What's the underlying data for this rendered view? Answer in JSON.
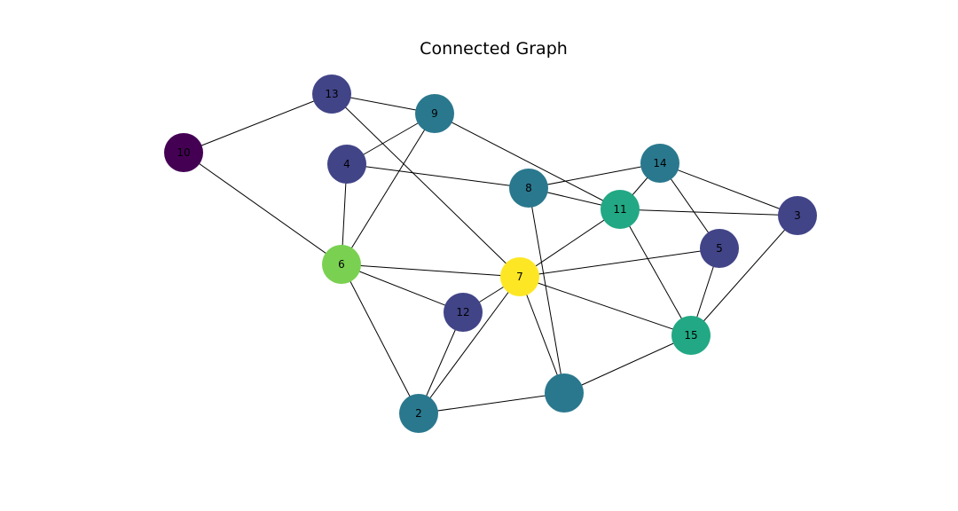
{
  "title": "Connected Graph",
  "colors": {
    "dark_purple": "#440154",
    "indigo": "#414487",
    "teal": "#2a788e",
    "green": "#22a884",
    "light_green": "#7ad151",
    "yellow": "#fde725",
    "edge": "#000000"
  },
  "graph": {
    "nodes": [
      {
        "id": "n2",
        "label": "2",
        "color": "#2a788e"
      },
      {
        "id": "n3",
        "label": "3",
        "color": "#414487"
      },
      {
        "id": "n4",
        "label": "4",
        "color": "#414487"
      },
      {
        "id": "n5",
        "label": "5",
        "color": "#414487"
      },
      {
        "id": "n6",
        "label": "6",
        "color": "#7ad151"
      },
      {
        "id": "n7",
        "label": "7",
        "color": "#fde725"
      },
      {
        "id": "n8",
        "label": "8",
        "color": "#2a788e"
      },
      {
        "id": "n9",
        "label": "9",
        "color": "#2a788e"
      },
      {
        "id": "n10",
        "label": "10",
        "color": "#440154"
      },
      {
        "id": "n11",
        "label": "11",
        "color": "#22a884"
      },
      {
        "id": "n12",
        "label": "12",
        "color": "#414487"
      },
      {
        "id": "n13",
        "label": "13",
        "color": "#414487"
      },
      {
        "id": "n14",
        "label": "14",
        "color": "#2a788e"
      },
      {
        "id": "n15",
        "label": "15",
        "color": "#22a884"
      },
      {
        "id": "n_unlabeled",
        "label": "",
        "color": "#2a788e"
      }
    ],
    "edges": [
      [
        "n10",
        "n13"
      ],
      [
        "n10",
        "n6"
      ],
      [
        "n13",
        "n9"
      ],
      [
        "n13",
        "n7"
      ],
      [
        "n9",
        "n4"
      ],
      [
        "n9",
        "n6"
      ],
      [
        "n9",
        "n11"
      ],
      [
        "n4",
        "n8"
      ],
      [
        "n4",
        "n6"
      ],
      [
        "n8",
        "n14"
      ],
      [
        "n8",
        "n11"
      ],
      [
        "n8",
        "n_unlabeled"
      ],
      [
        "n14",
        "n11"
      ],
      [
        "n14",
        "n3"
      ],
      [
        "n14",
        "n5"
      ],
      [
        "n11",
        "n3"
      ],
      [
        "n11",
        "n7"
      ],
      [
        "n11",
        "n15"
      ],
      [
        "n3",
        "n15"
      ],
      [
        "n5",
        "n7"
      ],
      [
        "n5",
        "n15"
      ],
      [
        "n6",
        "n7"
      ],
      [
        "n6",
        "n12"
      ],
      [
        "n6",
        "n2"
      ],
      [
        "n7",
        "n12"
      ],
      [
        "n7",
        "n2"
      ],
      [
        "n7",
        "n_unlabeled"
      ],
      [
        "n7",
        "n15"
      ],
      [
        "n12",
        "n2"
      ],
      [
        "n2",
        "n_unlabeled"
      ],
      [
        "n_unlabeled",
        "n15"
      ]
    ]
  }
}
